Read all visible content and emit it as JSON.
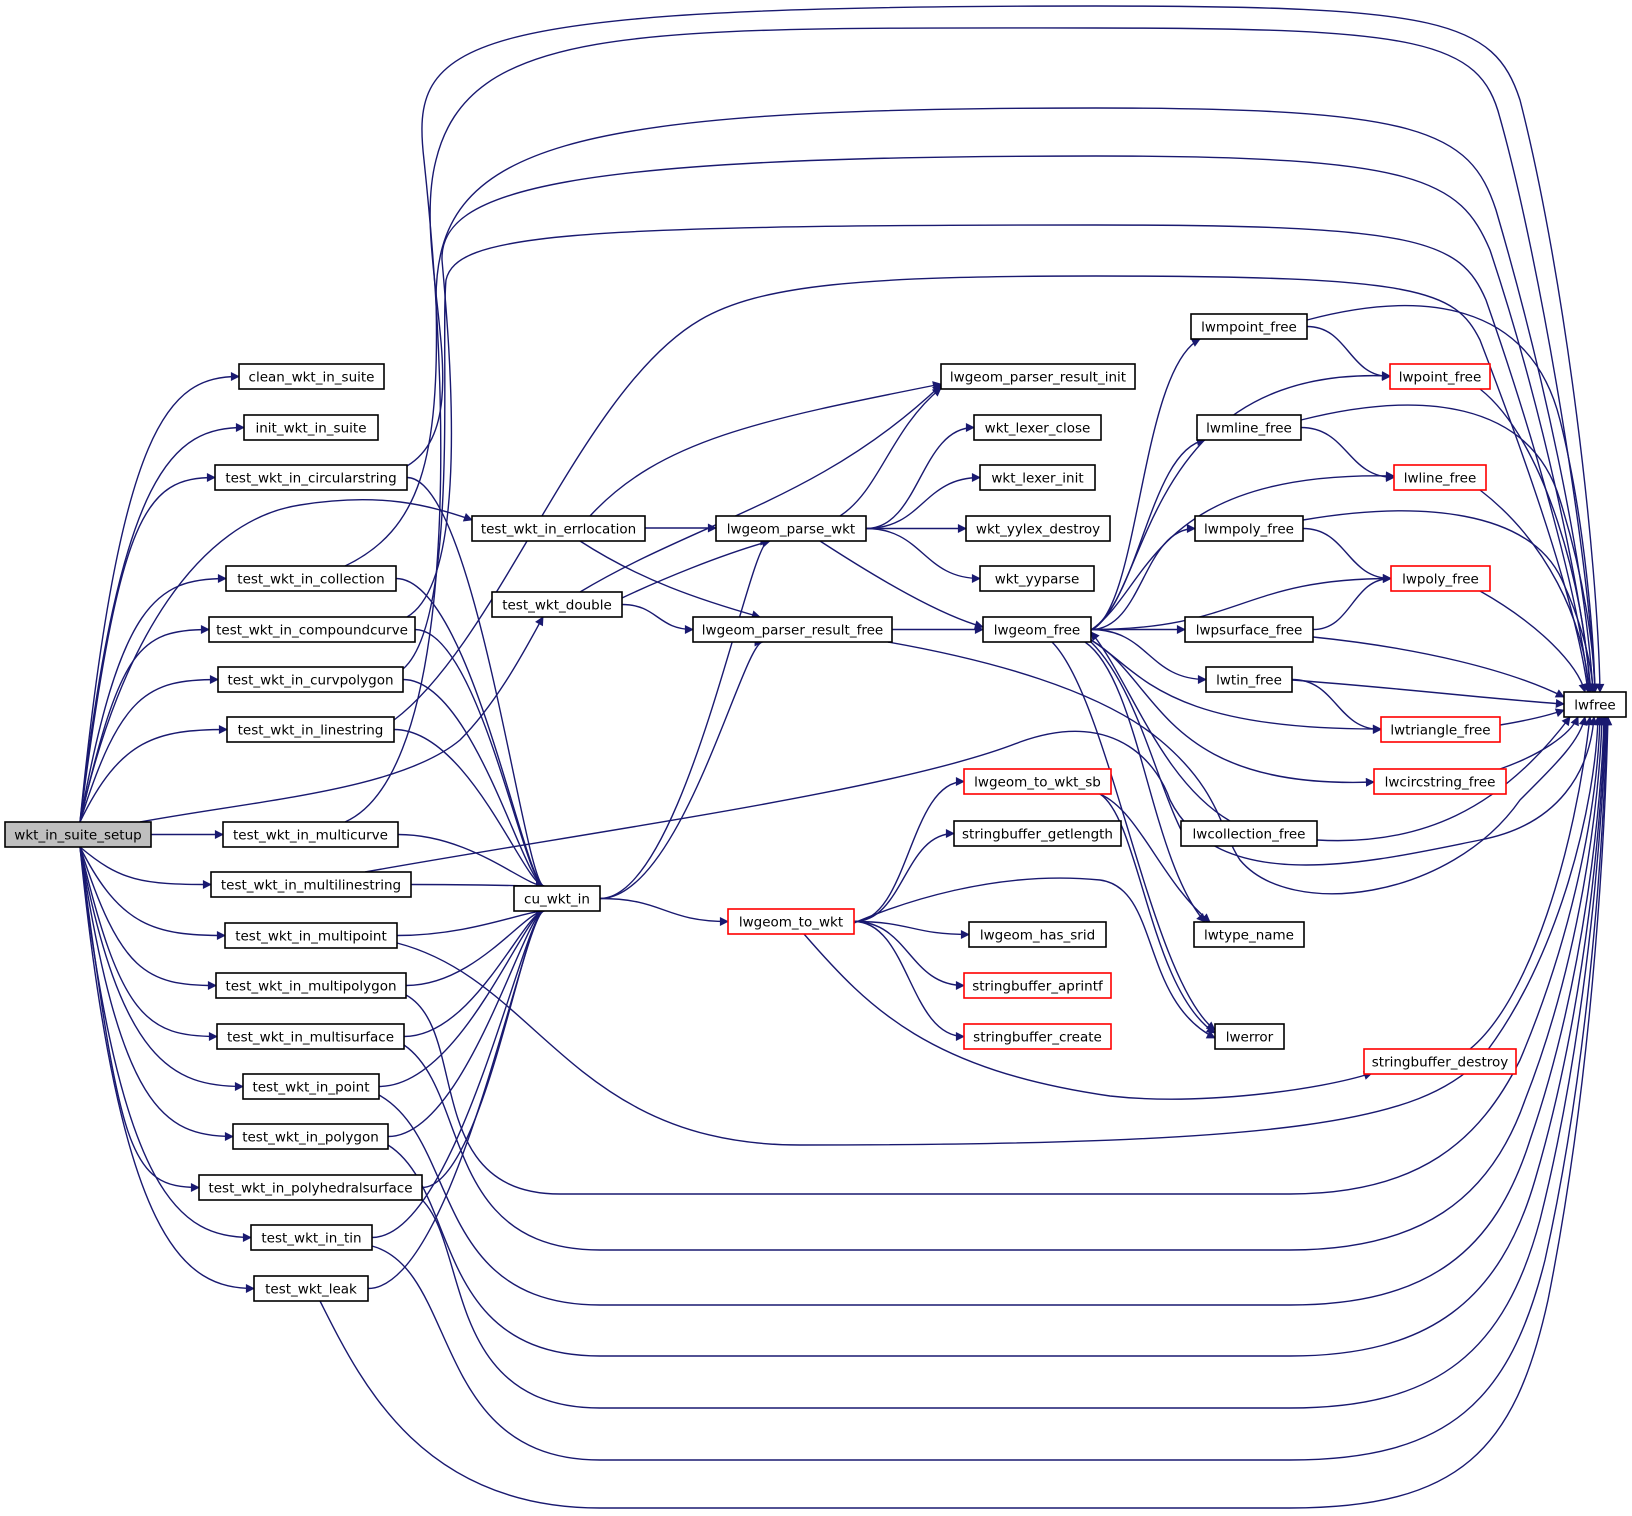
{
  "colors": {
    "edge": "#191970",
    "node_border": "#000000",
    "node_border_truncated": "#ff0000",
    "node_fill": "#ffffff",
    "root_fill": "#bfbfbf",
    "background": "#ffffff"
  },
  "graph": {
    "root": "wkt_in_suite_setup",
    "nodes": [
      {
        "id": "wkt_in_suite_setup",
        "label": "wkt_in_suite_setup",
        "root": true
      },
      {
        "id": "clean_wkt_in_suite",
        "label": "clean_wkt_in_suite"
      },
      {
        "id": "init_wkt_in_suite",
        "label": "init_wkt_in_suite"
      },
      {
        "id": "test_wkt_in_circularstring",
        "label": "test_wkt_in_circularstring"
      },
      {
        "id": "test_wkt_in_errlocation",
        "label": "test_wkt_in_errlocation"
      },
      {
        "id": "test_wkt_in_collection",
        "label": "test_wkt_in_collection"
      },
      {
        "id": "test_wkt_double",
        "label": "test_wkt_double"
      },
      {
        "id": "test_wkt_in_compoundcurve",
        "label": "test_wkt_in_compoundcurve"
      },
      {
        "id": "test_wkt_in_curvpolygon",
        "label": "test_wkt_in_curvpolygon"
      },
      {
        "id": "test_wkt_in_linestring",
        "label": "test_wkt_in_linestring"
      },
      {
        "id": "test_wkt_in_multicurve",
        "label": "test_wkt_in_multicurve"
      },
      {
        "id": "test_wkt_in_multilinestring",
        "label": "test_wkt_in_multilinestring"
      },
      {
        "id": "cu_wkt_in",
        "label": "cu_wkt_in"
      },
      {
        "id": "test_wkt_in_multipoint",
        "label": "test_wkt_in_multipoint"
      },
      {
        "id": "test_wkt_in_multipolygon",
        "label": "test_wkt_in_multipolygon"
      },
      {
        "id": "test_wkt_in_multisurface",
        "label": "test_wkt_in_multisurface"
      },
      {
        "id": "test_wkt_in_point",
        "label": "test_wkt_in_point"
      },
      {
        "id": "test_wkt_in_polygon",
        "label": "test_wkt_in_polygon"
      },
      {
        "id": "test_wkt_in_polyhedralsurface",
        "label": "test_wkt_in_polyhedralsurface"
      },
      {
        "id": "test_wkt_in_tin",
        "label": "test_wkt_in_tin"
      },
      {
        "id": "test_wkt_leak",
        "label": "test_wkt_leak"
      },
      {
        "id": "lwgeom_parse_wkt",
        "label": "lwgeom_parse_wkt"
      },
      {
        "id": "lwgeom_parser_result_free",
        "label": "lwgeom_parser_result_free"
      },
      {
        "id": "lwgeom_to_wkt",
        "label": "lwgeom_to_wkt",
        "truncated": true
      },
      {
        "id": "lwgeom_parser_result_init",
        "label": "lwgeom_parser_result_init"
      },
      {
        "id": "wkt_lexer_close",
        "label": "wkt_lexer_close"
      },
      {
        "id": "wkt_lexer_init",
        "label": "wkt_lexer_init"
      },
      {
        "id": "wkt_yylex_destroy",
        "label": "wkt_yylex_destroy"
      },
      {
        "id": "wkt_yyparse",
        "label": "wkt_yyparse"
      },
      {
        "id": "lwgeom_free",
        "label": "lwgeom_free"
      },
      {
        "id": "lwgeom_to_wkt_sb",
        "label": "lwgeom_to_wkt_sb",
        "truncated": true
      },
      {
        "id": "stringbuffer_getlength",
        "label": "stringbuffer_getlength"
      },
      {
        "id": "lwgeom_has_srid",
        "label": "lwgeom_has_srid"
      },
      {
        "id": "stringbuffer_aprintf",
        "label": "stringbuffer_aprintf",
        "truncated": true
      },
      {
        "id": "stringbuffer_create",
        "label": "stringbuffer_create",
        "truncated": true
      },
      {
        "id": "lwmpoint_free",
        "label": "lwmpoint_free"
      },
      {
        "id": "lwmline_free",
        "label": "lwmline_free"
      },
      {
        "id": "lwmpoly_free",
        "label": "lwmpoly_free"
      },
      {
        "id": "lwpsurface_free",
        "label": "lwpsurface_free"
      },
      {
        "id": "lwtin_free",
        "label": "lwtin_free"
      },
      {
        "id": "lwcollection_free",
        "label": "lwcollection_free"
      },
      {
        "id": "lwtype_name",
        "label": "lwtype_name"
      },
      {
        "id": "lwerror",
        "label": "lwerror"
      },
      {
        "id": "lwpoint_free",
        "label": "lwpoint_free",
        "truncated": true
      },
      {
        "id": "lwline_free",
        "label": "lwline_free",
        "truncated": true
      },
      {
        "id": "lwpoly_free",
        "label": "lwpoly_free",
        "truncated": true
      },
      {
        "id": "lwtriangle_free",
        "label": "lwtriangle_free",
        "truncated": true
      },
      {
        "id": "lwcircstring_free",
        "label": "lwcircstring_free",
        "truncated": true
      },
      {
        "id": "stringbuffer_destroy",
        "label": "stringbuffer_destroy",
        "truncated": true
      },
      {
        "id": "lwfree",
        "label": "lwfree"
      }
    ],
    "edges": [
      [
        "wkt_in_suite_setup",
        "clean_wkt_in_suite"
      ],
      [
        "wkt_in_suite_setup",
        "init_wkt_in_suite"
      ],
      [
        "wkt_in_suite_setup",
        "test_wkt_in_circularstring"
      ],
      [
        "wkt_in_suite_setup",
        "test_wkt_in_errlocation"
      ],
      [
        "wkt_in_suite_setup",
        "test_wkt_in_collection"
      ],
      [
        "wkt_in_suite_setup",
        "test_wkt_double"
      ],
      [
        "wkt_in_suite_setup",
        "test_wkt_in_compoundcurve"
      ],
      [
        "wkt_in_suite_setup",
        "test_wkt_in_curvpolygon"
      ],
      [
        "wkt_in_suite_setup",
        "test_wkt_in_linestring"
      ],
      [
        "wkt_in_suite_setup",
        "test_wkt_in_multicurve"
      ],
      [
        "wkt_in_suite_setup",
        "test_wkt_in_multilinestring"
      ],
      [
        "wkt_in_suite_setup",
        "test_wkt_in_multipoint"
      ],
      [
        "wkt_in_suite_setup",
        "test_wkt_in_multipolygon"
      ],
      [
        "wkt_in_suite_setup",
        "test_wkt_in_multisurface"
      ],
      [
        "wkt_in_suite_setup",
        "test_wkt_in_point"
      ],
      [
        "wkt_in_suite_setup",
        "test_wkt_in_polygon"
      ],
      [
        "wkt_in_suite_setup",
        "test_wkt_in_polyhedralsurface"
      ],
      [
        "wkt_in_suite_setup",
        "test_wkt_in_tin"
      ],
      [
        "wkt_in_suite_setup",
        "test_wkt_leak"
      ],
      [
        "test_wkt_in_circularstring",
        "cu_wkt_in"
      ],
      [
        "test_wkt_in_collection",
        "cu_wkt_in"
      ],
      [
        "test_wkt_in_compoundcurve",
        "cu_wkt_in"
      ],
      [
        "test_wkt_in_curvpolygon",
        "cu_wkt_in"
      ],
      [
        "test_wkt_in_linestring",
        "cu_wkt_in"
      ],
      [
        "test_wkt_in_multicurve",
        "cu_wkt_in"
      ],
      [
        "test_wkt_in_multilinestring",
        "cu_wkt_in"
      ],
      [
        "test_wkt_in_multipoint",
        "cu_wkt_in"
      ],
      [
        "test_wkt_in_multipolygon",
        "cu_wkt_in"
      ],
      [
        "test_wkt_in_multisurface",
        "cu_wkt_in"
      ],
      [
        "test_wkt_in_point",
        "cu_wkt_in"
      ],
      [
        "test_wkt_in_polygon",
        "cu_wkt_in"
      ],
      [
        "test_wkt_in_polyhedralsurface",
        "cu_wkt_in"
      ],
      [
        "test_wkt_in_tin",
        "cu_wkt_in"
      ],
      [
        "test_wkt_leak",
        "cu_wkt_in"
      ],
      [
        "test_wkt_in_circularstring",
        "lwfree"
      ],
      [
        "test_wkt_in_collection",
        "lwfree"
      ],
      [
        "test_wkt_in_compoundcurve",
        "lwfree"
      ],
      [
        "test_wkt_in_curvpolygon",
        "lwfree"
      ],
      [
        "test_wkt_in_linestring",
        "lwfree"
      ],
      [
        "test_wkt_in_multicurve",
        "lwfree"
      ],
      [
        "test_wkt_in_multilinestring",
        "lwfree"
      ],
      [
        "test_wkt_in_multipoint",
        "lwfree"
      ],
      [
        "test_wkt_in_multipolygon",
        "lwfree"
      ],
      [
        "test_wkt_in_multisurface",
        "lwfree"
      ],
      [
        "test_wkt_in_point",
        "lwfree"
      ],
      [
        "test_wkt_in_polygon",
        "lwfree"
      ],
      [
        "test_wkt_in_polyhedralsurface",
        "lwfree"
      ],
      [
        "test_wkt_in_tin",
        "lwfree"
      ],
      [
        "test_wkt_leak",
        "lwfree"
      ],
      [
        "test_wkt_in_errlocation",
        "lwgeom_parse_wkt"
      ],
      [
        "test_wkt_in_errlocation",
        "lwgeom_parser_result_init"
      ],
      [
        "test_wkt_in_errlocation",
        "lwgeom_parser_result_free"
      ],
      [
        "test_wkt_double",
        "lwgeom_parse_wkt"
      ],
      [
        "test_wkt_double",
        "lwgeom_parser_result_init"
      ],
      [
        "test_wkt_double",
        "lwgeom_parser_result_free"
      ],
      [
        "cu_wkt_in",
        "lwgeom_parse_wkt"
      ],
      [
        "cu_wkt_in",
        "lwgeom_parser_result_free"
      ],
      [
        "cu_wkt_in",
        "lwgeom_to_wkt"
      ],
      [
        "lwgeom_parse_wkt",
        "lwgeom_parser_result_init"
      ],
      [
        "lwgeom_parse_wkt",
        "wkt_lexer_close"
      ],
      [
        "lwgeom_parse_wkt",
        "wkt_lexer_init"
      ],
      [
        "lwgeom_parse_wkt",
        "wkt_yylex_destroy"
      ],
      [
        "lwgeom_parse_wkt",
        "wkt_yyparse"
      ],
      [
        "lwgeom_parse_wkt",
        "lwgeom_free"
      ],
      [
        "lwgeom_parser_result_free",
        "lwgeom_free"
      ],
      [
        "lwgeom_parser_result_free",
        "lwfree"
      ],
      [
        "lwgeom_to_wkt",
        "lwgeom_to_wkt_sb"
      ],
      [
        "lwgeom_to_wkt",
        "stringbuffer_getlength"
      ],
      [
        "lwgeom_to_wkt",
        "lwgeom_has_srid"
      ],
      [
        "lwgeom_to_wkt",
        "stringbuffer_aprintf"
      ],
      [
        "lwgeom_to_wkt",
        "stringbuffer_create"
      ],
      [
        "lwgeom_to_wkt",
        "lwerror"
      ],
      [
        "lwgeom_to_wkt",
        "stringbuffer_destroy"
      ],
      [
        "lwgeom_to_wkt_sb",
        "lwtype_name"
      ],
      [
        "lwgeom_to_wkt_sb",
        "lwerror"
      ],
      [
        "lwgeom_free",
        "lwmpoint_free"
      ],
      [
        "lwgeom_free",
        "lwpoint_free"
      ],
      [
        "lwgeom_free",
        "lwmline_free"
      ],
      [
        "lwgeom_free",
        "lwline_free"
      ],
      [
        "lwgeom_free",
        "lwmpoly_free"
      ],
      [
        "lwgeom_free",
        "lwpoly_free"
      ],
      [
        "lwgeom_free",
        "lwpsurface_free"
      ],
      [
        "lwgeom_free",
        "lwtin_free"
      ],
      [
        "lwgeom_free",
        "lwtriangle_free"
      ],
      [
        "lwgeom_free",
        "lwcircstring_free"
      ],
      [
        "lwgeom_free",
        "lwcollection_free"
      ],
      [
        "lwgeom_free",
        "lwtype_name"
      ],
      [
        "lwgeom_free",
        "lwerror"
      ],
      [
        "lwmpoint_free",
        "lwpoint_free"
      ],
      [
        "lwmpoint_free",
        "lwfree"
      ],
      [
        "lwmline_free",
        "lwline_free"
      ],
      [
        "lwmline_free",
        "lwfree"
      ],
      [
        "lwmpoly_free",
        "lwpoly_free"
      ],
      [
        "lwmpoly_free",
        "lwfree"
      ],
      [
        "lwpsurface_free",
        "lwpoly_free"
      ],
      [
        "lwpsurface_free",
        "lwfree"
      ],
      [
        "lwtin_free",
        "lwtriangle_free"
      ],
      [
        "lwtin_free",
        "lwfree"
      ],
      [
        "lwcollection_free",
        "lwgeom_free"
      ],
      [
        "lwcollection_free",
        "lwfree"
      ],
      [
        "lwpoint_free",
        "lwfree"
      ],
      [
        "lwline_free",
        "lwfree"
      ],
      [
        "lwpoly_free",
        "lwfree"
      ],
      [
        "lwtriangle_free",
        "lwfree"
      ],
      [
        "lwcircstring_free",
        "lwfree"
      ],
      [
        "stringbuffer_destroy",
        "lwfree"
      ]
    ]
  }
}
